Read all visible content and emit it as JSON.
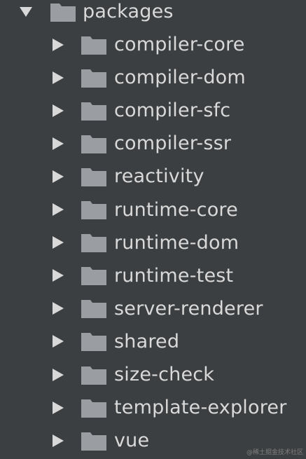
{
  "tree": {
    "root": {
      "label": "packages",
      "expanded": true,
      "arrow_icon": "triangle-down-icon",
      "folder_icon": "folder-icon"
    },
    "children": [
      {
        "label": "compiler-core"
      },
      {
        "label": "compiler-dom"
      },
      {
        "label": "compiler-sfc"
      },
      {
        "label": "compiler-ssr"
      },
      {
        "label": "reactivity"
      },
      {
        "label": "runtime-core"
      },
      {
        "label": "runtime-dom"
      },
      {
        "label": "runtime-test"
      },
      {
        "label": "server-renderer"
      },
      {
        "label": "shared"
      },
      {
        "label": "size-check"
      },
      {
        "label": "template-explorer"
      },
      {
        "label": "vue"
      }
    ],
    "child_arrow_icon": "triangle-right-icon",
    "child_folder_icon": "folder-icon"
  },
  "colors": {
    "background": "#3c3f41",
    "text": "#d9d9d9",
    "icon": "#9a9ea3"
  },
  "watermark": "@稀土掘金技术社区"
}
